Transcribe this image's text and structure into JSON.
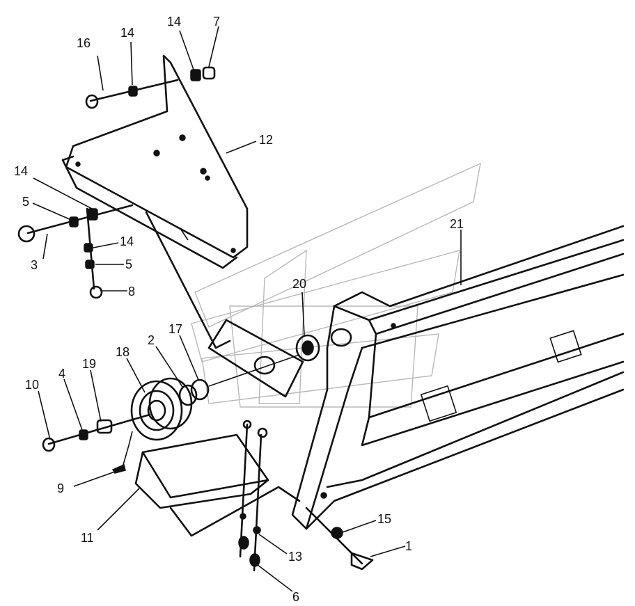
{
  "callouts": [
    {
      "id": "16",
      "label": "16"
    },
    {
      "id": "14a",
      "label": "14"
    },
    {
      "id": "14b",
      "label": "14"
    },
    {
      "id": "7",
      "label": "7"
    },
    {
      "id": "12",
      "label": "12"
    },
    {
      "id": "14c",
      "label": "14"
    },
    {
      "id": "5a",
      "label": "5"
    },
    {
      "id": "3",
      "label": "3"
    },
    {
      "id": "14d",
      "label": "14"
    },
    {
      "id": "5b",
      "label": "5"
    },
    {
      "id": "8",
      "label": "8"
    },
    {
      "id": "21",
      "label": "21"
    },
    {
      "id": "20",
      "label": "20"
    },
    {
      "id": "2",
      "label": "2"
    },
    {
      "id": "17",
      "label": "17"
    },
    {
      "id": "18",
      "label": "18"
    },
    {
      "id": "19",
      "label": "19"
    },
    {
      "id": "4",
      "label": "4"
    },
    {
      "id": "10",
      "label": "10"
    },
    {
      "id": "9",
      "label": "9"
    },
    {
      "id": "11",
      "label": "11"
    },
    {
      "id": "15",
      "label": "15"
    },
    {
      "id": "1",
      "label": "1"
    },
    {
      "id": "13",
      "label": "13"
    },
    {
      "id": "6",
      "label": "6"
    }
  ]
}
